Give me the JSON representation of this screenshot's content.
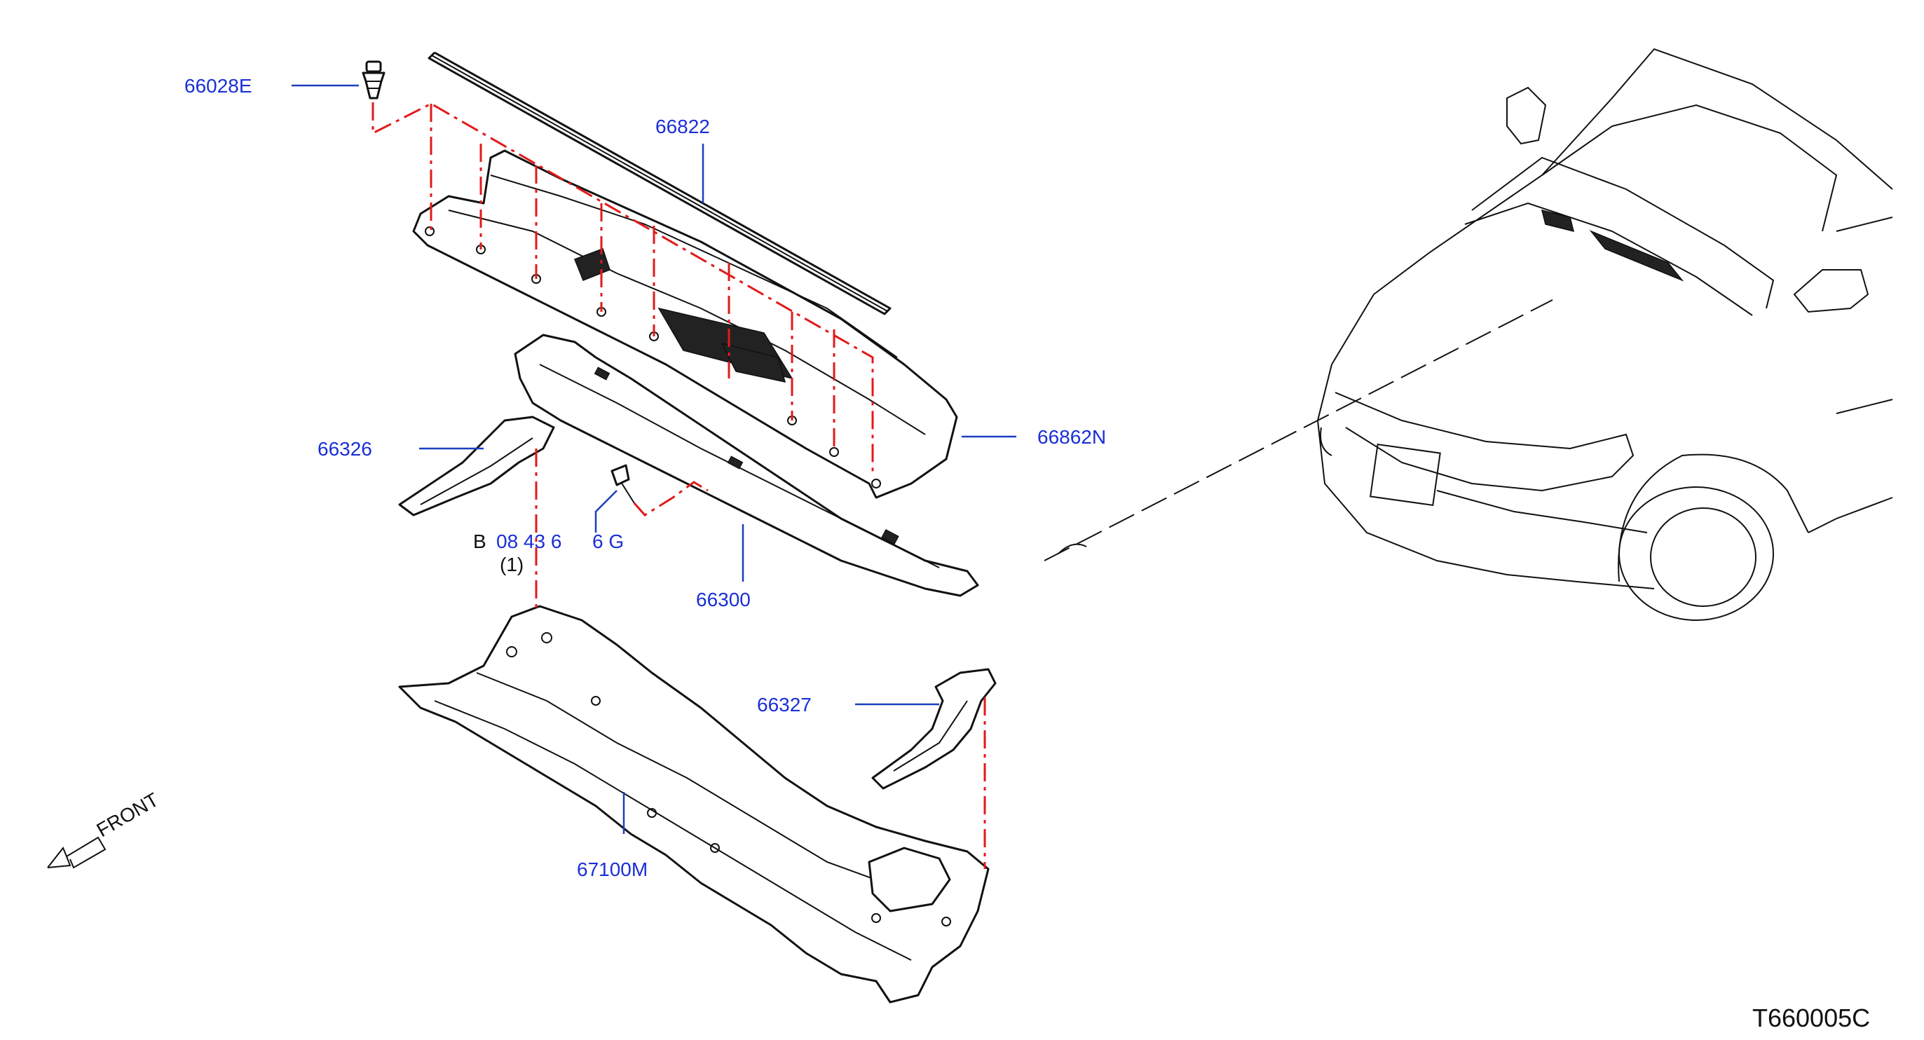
{
  "diagram": {
    "code": "T660005C",
    "front_label": "FRONT",
    "parts": [
      {
        "id": "66028E",
        "color": "#1a2fd6"
      },
      {
        "id": "66822",
        "color": "#1a2fd6"
      },
      {
        "id": "66326",
        "color": "#1a2fd6"
      },
      {
        "id": "66862N",
        "color": "#1a2fd6"
      },
      {
        "id": "66300",
        "color": "#1a2fd6"
      },
      {
        "id": "66327",
        "color": "#1a2fd6"
      },
      {
        "id": "67100M",
        "color": "#1a2fd6"
      }
    ],
    "bolt_label": {
      "prefix": "B",
      "mid": "08 43 6",
      "suffix": "6 G",
      "qty": "(1)"
    },
    "accent_red": "#e11a1a",
    "leader_blue": "#1a3fbf"
  }
}
